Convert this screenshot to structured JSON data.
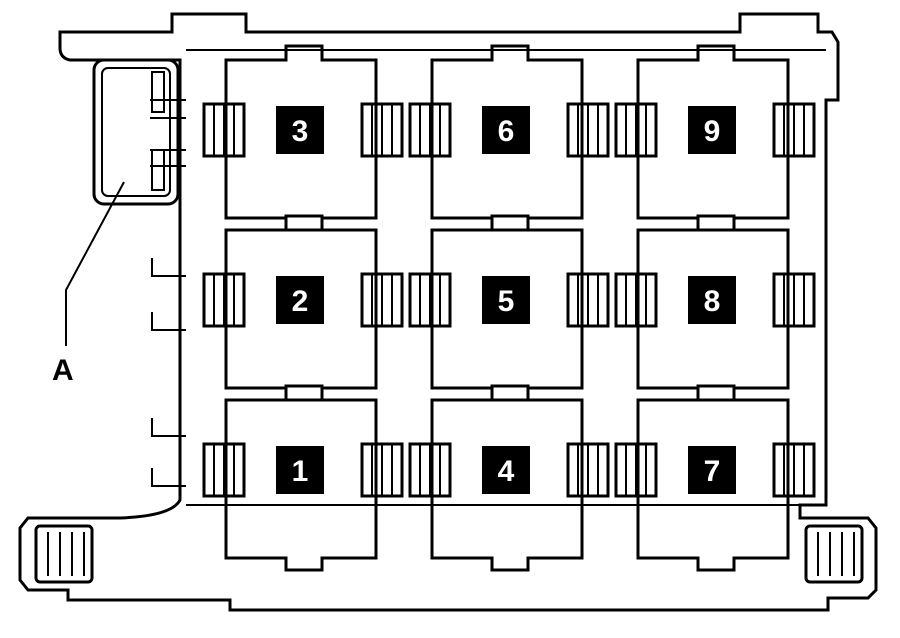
{
  "diagram": {
    "slots": [
      {
        "label": "3",
        "row": 0,
        "col": 0
      },
      {
        "label": "6",
        "row": 0,
        "col": 1
      },
      {
        "label": "9",
        "row": 0,
        "col": 2
      },
      {
        "label": "2",
        "row": 1,
        "col": 0
      },
      {
        "label": "5",
        "row": 1,
        "col": 1
      },
      {
        "label": "8",
        "row": 1,
        "col": 2
      },
      {
        "label": "1",
        "row": 2,
        "col": 0
      },
      {
        "label": "4",
        "row": 2,
        "col": 1
      },
      {
        "label": "7",
        "row": 2,
        "col": 2
      }
    ],
    "callout": {
      "label": "A"
    },
    "colors": {
      "line": "#000000",
      "badge": "#000000",
      "badge_text": "#ffffff",
      "background": "#ffffff"
    }
  }
}
